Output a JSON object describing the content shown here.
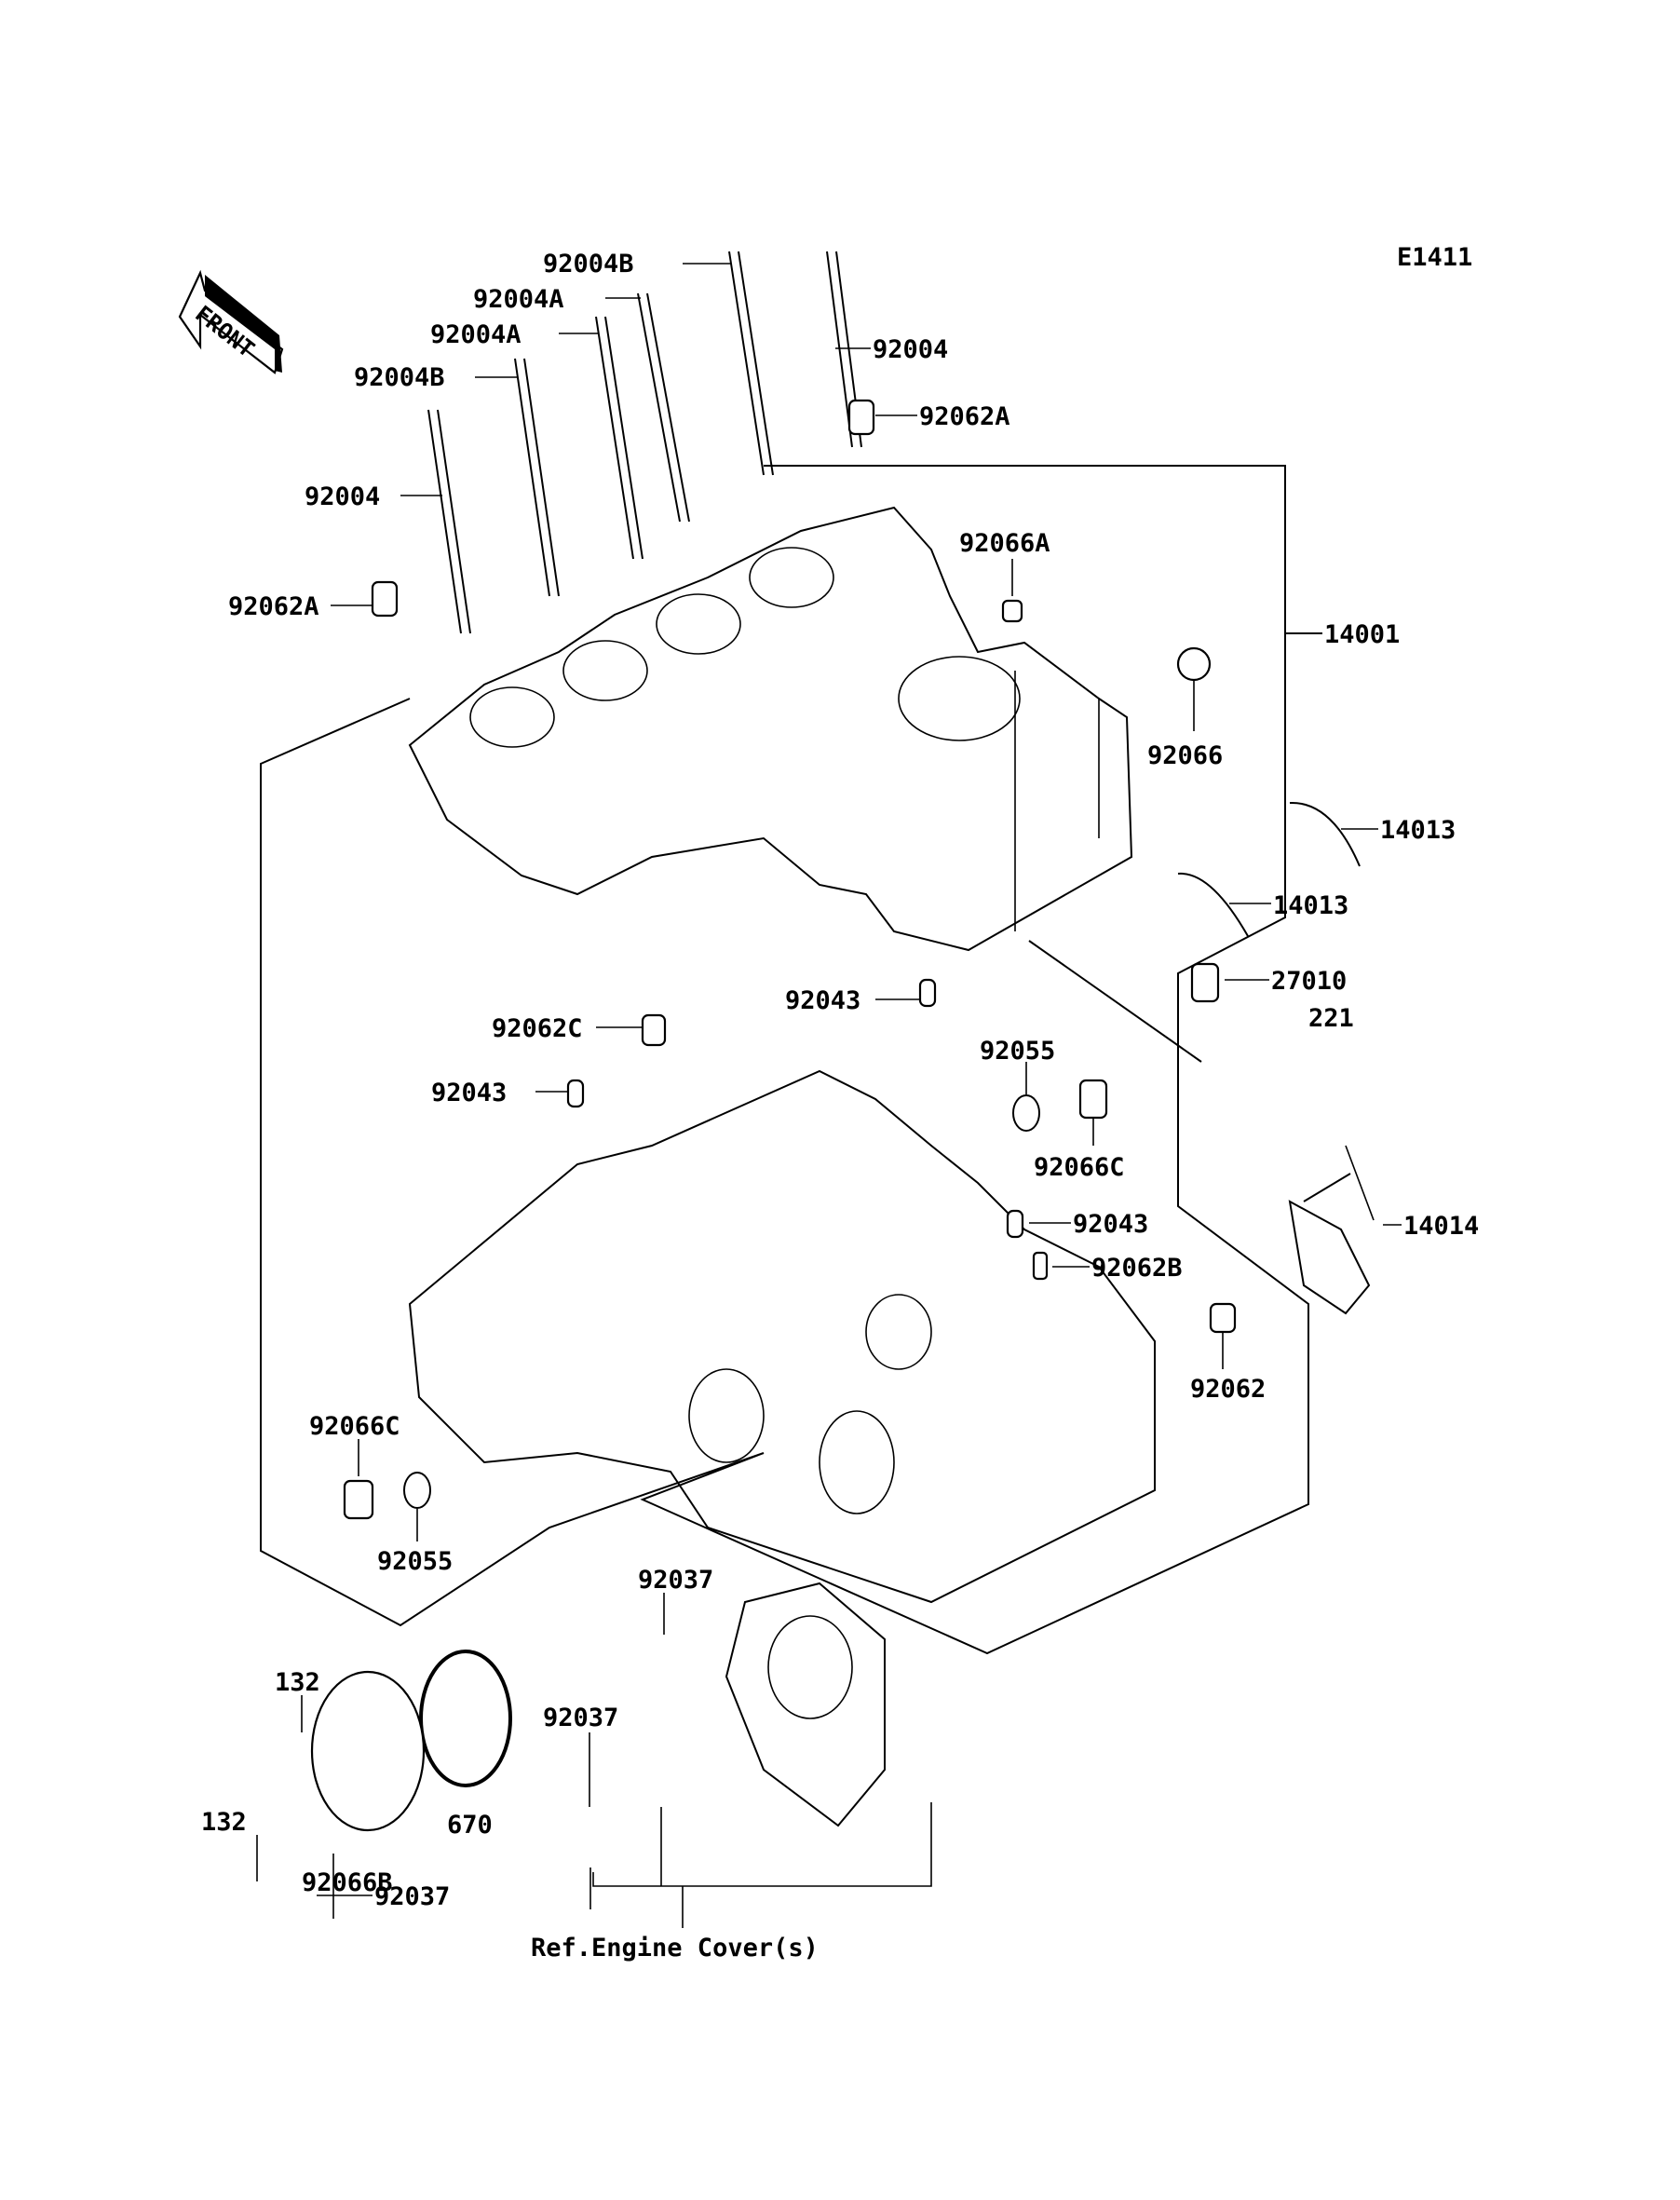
{
  "diagram": {
    "code": "E1411",
    "front_label": "FRONT",
    "reference_note": "Ref.Engine Cover(s)",
    "parts": [
      {
        "id": "p1",
        "number": "92004B"
      },
      {
        "id": "p2",
        "number": "92004A"
      },
      {
        "id": "p3",
        "number": "92004A"
      },
      {
        "id": "p4",
        "number": "92004B"
      },
      {
        "id": "p5",
        "number": "92004"
      },
      {
        "id": "p6",
        "number": "92004"
      },
      {
        "id": "p7",
        "number": "92062A"
      },
      {
        "id": "p8",
        "number": "92062A"
      },
      {
        "id": "p9",
        "number": "92066A"
      },
      {
        "id": "p10",
        "number": "14001"
      },
      {
        "id": "p11",
        "number": "92066"
      },
      {
        "id": "p12",
        "number": "14013"
      },
      {
        "id": "p13",
        "number": "14013"
      },
      {
        "id": "p14",
        "number": "27010"
      },
      {
        "id": "p15",
        "number": "221"
      },
      {
        "id": "p16",
        "number": "14014"
      },
      {
        "id": "p17",
        "number": "92043"
      },
      {
        "id": "p18",
        "number": "92062C"
      },
      {
        "id": "p19",
        "number": "92043"
      },
      {
        "id": "p20",
        "number": "92055"
      },
      {
        "id": "p21",
        "number": "92066C"
      },
      {
        "id": "p22",
        "number": "92043"
      },
      {
        "id": "p23",
        "number": "92062B"
      },
      {
        "id": "p24",
        "number": "92062"
      },
      {
        "id": "p25",
        "number": "92066C"
      },
      {
        "id": "p26",
        "number": "92055"
      },
      {
        "id": "p27",
        "number": "92037"
      },
      {
        "id": "p28",
        "number": "132"
      },
      {
        "id": "p29",
        "number": "92037"
      },
      {
        "id": "p30",
        "number": "670"
      },
      {
        "id": "p31",
        "number": "132"
      },
      {
        "id": "p32",
        "number": "92066B"
      },
      {
        "id": "p33",
        "number": "92037"
      }
    ]
  }
}
